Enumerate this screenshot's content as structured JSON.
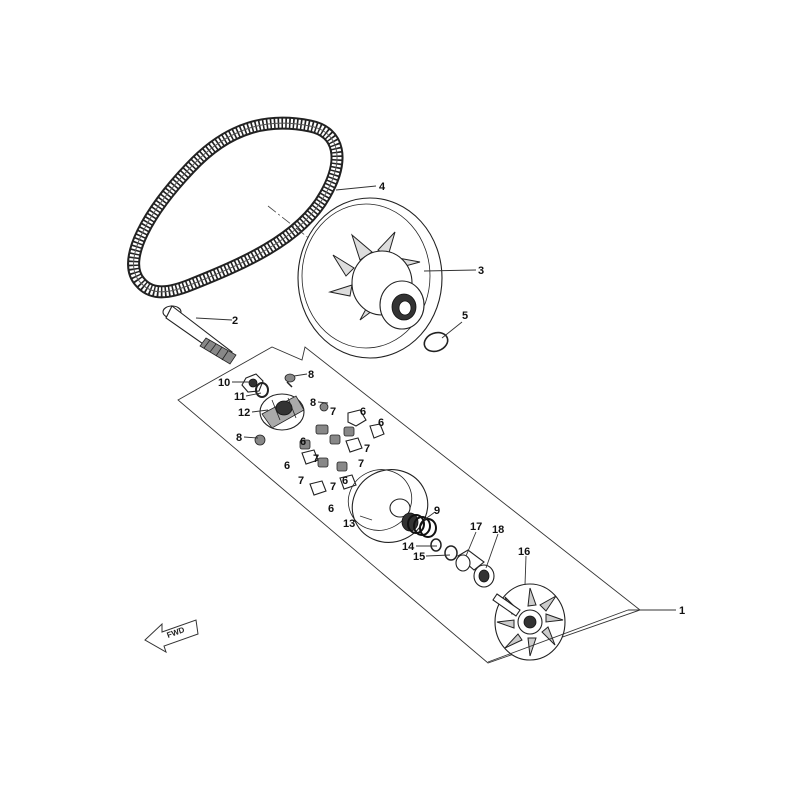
{
  "diagram": {
    "fwd_label": "FWD",
    "callouts": [
      {
        "id": "c1",
        "label": "1"
      },
      {
        "id": "c2",
        "label": "2"
      },
      {
        "id": "c3",
        "label": "3"
      },
      {
        "id": "c4",
        "label": "4"
      },
      {
        "id": "c5",
        "label": "5"
      },
      {
        "id": "c6a",
        "label": "6"
      },
      {
        "id": "c6b",
        "label": "6"
      },
      {
        "id": "c6c",
        "label": "6"
      },
      {
        "id": "c6d",
        "label": "6"
      },
      {
        "id": "c6e",
        "label": "6"
      },
      {
        "id": "c6f",
        "label": "6"
      },
      {
        "id": "c7a",
        "label": "7"
      },
      {
        "id": "c7b",
        "label": "7"
      },
      {
        "id": "c7c",
        "label": "7"
      },
      {
        "id": "c7d",
        "label": "7"
      },
      {
        "id": "c7e",
        "label": "7"
      },
      {
        "id": "c7f",
        "label": "7"
      },
      {
        "id": "c8a",
        "label": "8"
      },
      {
        "id": "c8b",
        "label": "8"
      },
      {
        "id": "c8c",
        "label": "8"
      },
      {
        "id": "c9",
        "label": "9"
      },
      {
        "id": "c10",
        "label": "10"
      },
      {
        "id": "c11",
        "label": "11"
      },
      {
        "id": "c12",
        "label": "12"
      },
      {
        "id": "c13",
        "label": "13"
      },
      {
        "id": "c14",
        "label": "14"
      },
      {
        "id": "c15",
        "label": "15"
      },
      {
        "id": "c16",
        "label": "16"
      },
      {
        "id": "c17",
        "label": "17"
      },
      {
        "id": "c18",
        "label": "18"
      }
    ]
  }
}
